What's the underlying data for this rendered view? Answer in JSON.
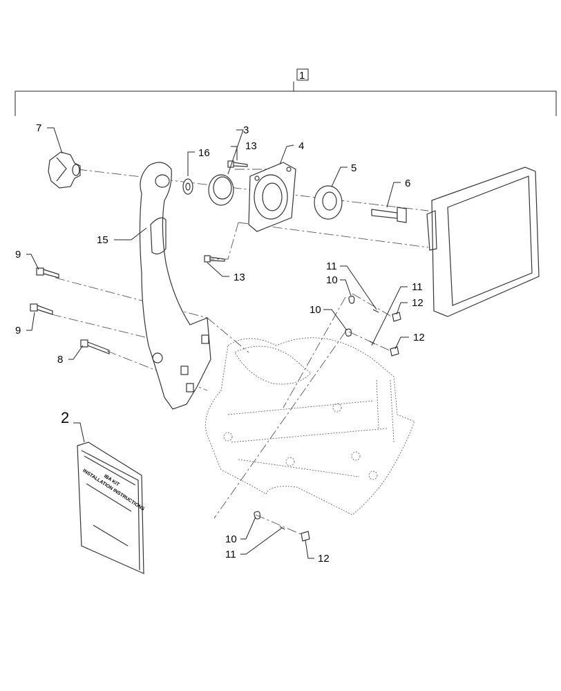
{
  "kit_box_label": "1",
  "callouts": {
    "c2": "2",
    "c3": "3",
    "c4": "4",
    "c5": "5",
    "c6": "6",
    "c7": "7",
    "c8": "8",
    "c9a": "9",
    "c9b": "9",
    "c10a": "10",
    "c10b": "10",
    "c10c": "10",
    "c11a": "11",
    "c11b": "11",
    "c11c": "11",
    "c12a": "12",
    "c12b": "12",
    "c12c": "12",
    "c13a": "13",
    "c13b": "13",
    "c15": "15",
    "c16": "16"
  },
  "manual": {
    "line1": "IBA KIT",
    "line2": "INSTALLATION INSTRUCTIONS"
  }
}
